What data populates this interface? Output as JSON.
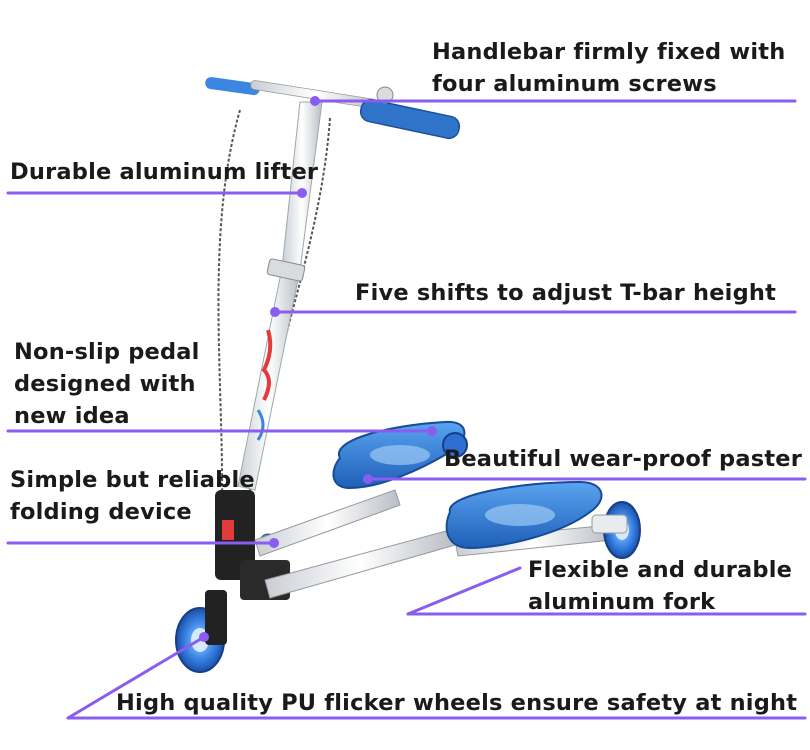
{
  "colors": {
    "leader_line": "#8a5cf0",
    "deck_blue": "#2f74c9",
    "deck_blue_dark": "#1a4f9c",
    "frame_silver": "#e3e6ea",
    "frame_dark": "#2a2a2a",
    "wheel_blue": "#2e6fd6"
  },
  "callouts": {
    "handlebar": "Handlebar firmly fixed with four aluminum screws",
    "lifter": "Durable aluminum lifter",
    "tbar": "Five shifts to adjust T-bar height",
    "pedal": "Non-slip pedal designed with new idea",
    "paster": "Beautiful wear-proof paster",
    "folding": "Simple but reliable folding device",
    "fork": "Flexible and durable aluminum fork",
    "wheels": "High quality PU flicker wheels ensure safety at night"
  }
}
